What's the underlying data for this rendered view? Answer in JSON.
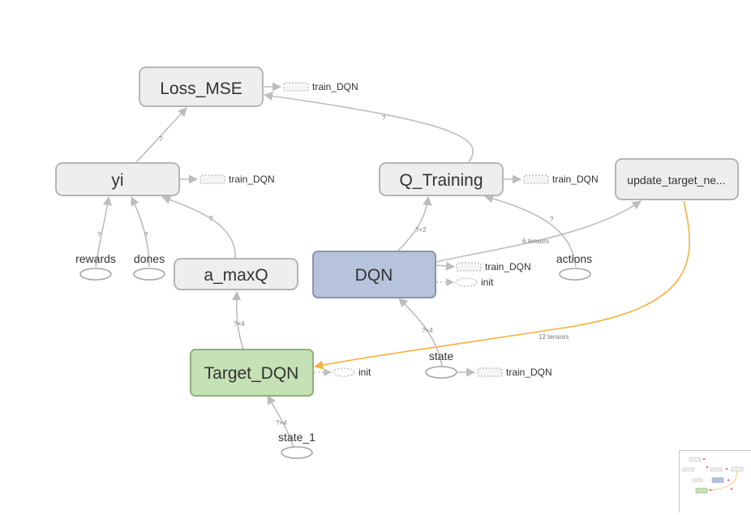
{
  "nodes": {
    "loss_mse": "Loss_MSE",
    "yi": "yi",
    "q_training": "Q_Training",
    "update_target": "update_target_ne...",
    "a_maxq": "a_maxQ",
    "dqn": "DQN",
    "target_dqn": "Target_DQN"
  },
  "placeholders": {
    "rewards": "rewards",
    "dones": "dones",
    "actions": "actions",
    "state": "state",
    "state_1": "state_1"
  },
  "refs": {
    "train_loss": "train_DQN",
    "train_yi": "train_DQN",
    "train_q": "train_DQN",
    "train_dqn": "train_DQN",
    "init_dqn": "init",
    "init_target": "init",
    "train_state": "train_DQN"
  },
  "edge_labels": {
    "yi_to_loss": "?",
    "q_to_loss": "?",
    "rewards_to_yi": "?",
    "dones_to_yi": "?",
    "amaxq_to_yi": "?",
    "dqn_to_q": "?×2",
    "actions_to_q": "?",
    "dqn_to_update": "6 tensors",
    "update_to_target": "12 tensors",
    "target_to_amaxq": "?×4",
    "state_to_dqn": "?×4",
    "state1_to_target": "?×4"
  },
  "colors": {
    "dqn_fill": "#b7c3dc",
    "target_fill": "#c5e1b5",
    "node_fill": "#eeeeee",
    "orange_edge": "#f7b13c",
    "gray_edge": "#bdbdbd"
  },
  "minimap": {
    "visible": true
  }
}
